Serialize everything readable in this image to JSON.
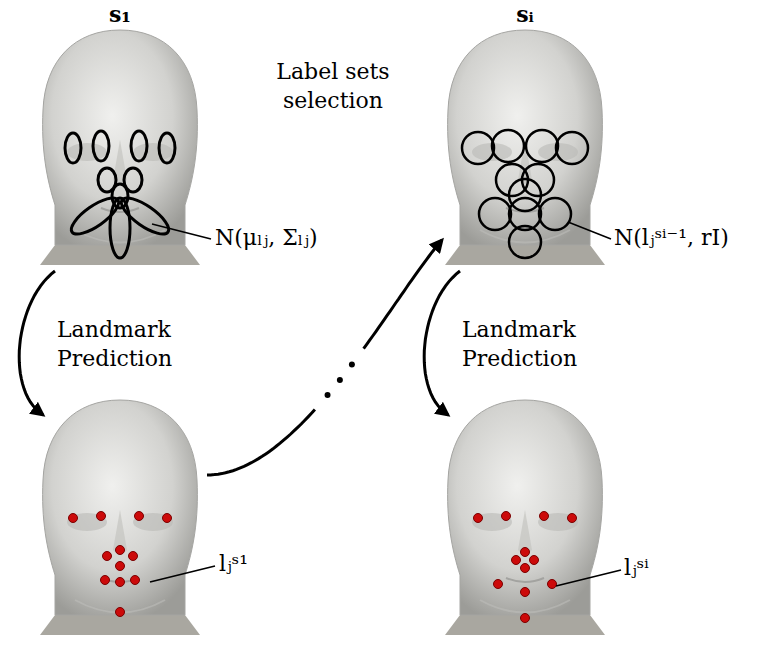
{
  "diagram": {
    "nodes": [
      {
        "text": [
          "s₁"
        ]
      },
      {
        "text": [
          "sᵢ"
        ]
      },
      {
        "text": [
          "lⱼˢ¹"
        ]
      },
      {
        "text": [
          "lⱼˢⁱ"
        ]
      }
    ],
    "edges": [
      {
        "from": 0,
        "to": 2,
        "arrow": "to",
        "label": "Landmark Prediction"
      },
      {
        "from": 2,
        "to": 1,
        "arrow": "to"
      },
      {
        "from": 1,
        "to": 3,
        "arrow": "to",
        "label": "Landmark Prediction"
      }
    ],
    "labels": [
      "Label sets selection",
      "N(μₗⱼ, Σₗⱼ)",
      "N(lⱼˢⁱ⁻¹, rI)"
    ]
  }
}
